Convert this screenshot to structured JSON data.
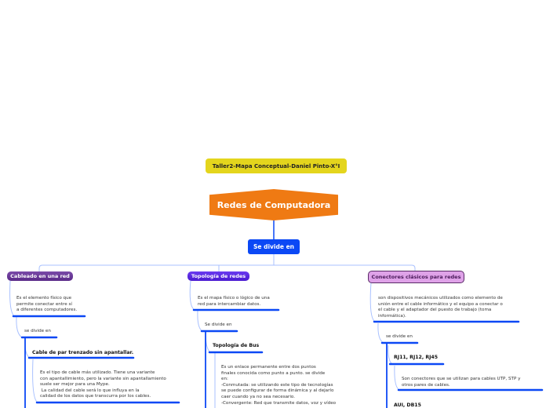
{
  "title": "Taller2-Mapa Conceptual-Daniel Pinto-X°I",
  "root": "Redes de Computadora",
  "root_link": "Se divide en",
  "colors": {
    "title_bg": "#e4d51d",
    "root_bg": "#ef7a13",
    "link_bg": "#0b48f5",
    "line": "#0b48f5"
  },
  "branches": [
    {
      "label": "Cableado en una red",
      "description": "Es el elemento físico que\npermite conectar entre sí\na diferentes computadores.",
      "link": "se divide en",
      "children": [
        {
          "label": "Cable de par trenzado sin apantallar.",
          "description": "Es el tipo de cable más utilizado. Tiene una variante\ncon apantallimiento, pero la variante sin apantallamiento\nsuele ser mejor para una Mype.\n La calidad del cable será lo que influya en la\ncalidad de los datos que transcurra por los cables."
        }
      ]
    },
    {
      "label": "Topología de redes",
      "description": "Es el mapa físico o lógico de una\nred para intercambiar datos.",
      "link": "Se divide en",
      "children": [
        {
          "label": "Topología de Bus",
          "description": "Es un enlace permanente entre dos puntos\nfinales conocida como punto a punto. se divide\nen:\n-Conmutada: se utilizando este tipo de tecnologías\nse puede configurar de forma dinámica y al dejarlo\ncaer cuando ya no sea necesario.\n-Convergente: Red que transmite datos, voz y vídeo"
        }
      ]
    },
    {
      "label": "Conectores clásicos para redes",
      "description": "son dispositivos mecánicos utilizados como elemento de\nunión entre el cable informático y el equipo a conectar o\nel cable y el adaptador del puesto de trabajo (toma\ninformática).",
      "link": "se divide en",
      "children": [
        {
          "label": "RJ11, RJ12, RJ45",
          "description": "Son conectores que se utilizan para cables UTP, STP y\notros pares de cables."
        },
        {
          "label": "AUI, DB15"
        }
      ]
    }
  ]
}
